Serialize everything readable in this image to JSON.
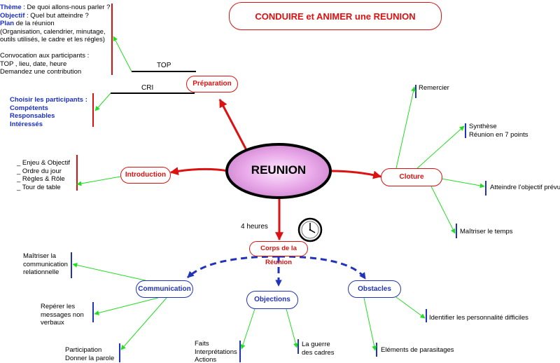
{
  "title": "CONDUIRE et ANIMER une REUNION",
  "center": "REUNION",
  "branches": {
    "preparation": "Préparation",
    "introduction": "Introduction",
    "cloture": "Cloture",
    "corps": "Corps de la Réunion",
    "communication": "Communication",
    "objections": "Objections",
    "obstacles": "Obstacles"
  },
  "preparation": {
    "top_label": "TOP",
    "cri_label": "CRI",
    "theme_key": "Thème",
    "theme_text": " : De quoi allons-nous parler ?",
    "objectif_key": "Objectif",
    "objectif_text": " : Quel but atteindre ?",
    "plan_key": "Plan",
    "plan_text": " de la réunion",
    "plan_detail_1": "(Organisation, calendrier, minutage,",
    "plan_detail_2": "outils utilisés, le cadre et les régles)",
    "convocation_1": "Convocation aux participants :",
    "convocation_2": "TOP , lieu, date, heure",
    "convocation_3": "Demandez une contribution",
    "choisir_title": "Choisir les participants :",
    "choisir_items": [
      "Compétents",
      "Responsables",
      "Intéressés"
    ]
  },
  "introduction_items": [
    "_ Enjeu & Objectif",
    "_ Ordre du jour",
    "_ Règles & Rôle",
    "_ Tour de table"
  ],
  "cloture_items": {
    "remercier": "Remercier",
    "synthese_1": "Synthèse",
    "synthese_2": "Réunion en 7 points",
    "objectif": "Atteindre l'objectif prévu",
    "temps": "Maîtriser le temps"
  },
  "corps_duration": "4 heures",
  "communication_items": {
    "relationnelle": [
      "Maîtriser la",
      "communication",
      "relationnelle"
    ],
    "non_verbaux": [
      "Repérer les",
      "messages non",
      "verbaux"
    ],
    "participation": [
      "Participation",
      "Donner la parole"
    ]
  },
  "objections_items": {
    "left": [
      "Faits",
      "Interprétations",
      "Actions"
    ],
    "right": [
      "La guerre",
      "des cadres"
    ]
  },
  "obstacles_items": {
    "personnalites": "Identifier les personnalité difficiles",
    "parasitages": "Eléments de parasitages"
  },
  "colors": {
    "red": "#dd1111",
    "blue": "#2233bb",
    "green": "#22dd22",
    "ellipse_fill": "#e8a8e8"
  },
  "icons": [
    "clock-icon"
  ]
}
